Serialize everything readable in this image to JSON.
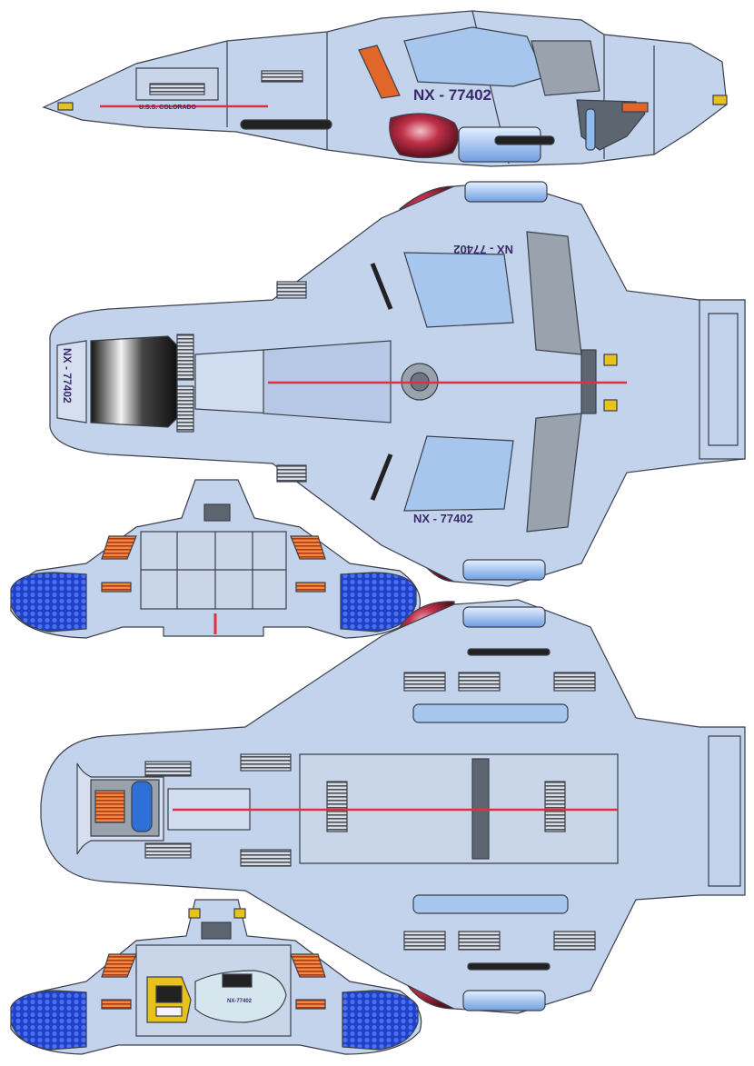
{
  "ship": {
    "registry": "NX - 77402",
    "registry_small": "NX-77402",
    "name": "U.S.S. COLORADO"
  },
  "colors": {
    "hull": "#c3d3ec",
    "hull_line": "#3b3f4a",
    "panel_grey": "#9aa3ad",
    "dark_grey": "#5d6670",
    "window_blue": "#a6c6ee",
    "glow_blue": "#5f8fd8",
    "nacelle_red": "#b0263a",
    "stripe_red": "#e03040",
    "thruster_orange": "#e0662a",
    "accent_yellow": "#e8c21a",
    "impulse_blue": "#2f4fd0"
  },
  "views": [
    "side-view",
    "top-view",
    "front-view",
    "bottom-view",
    "rear-view"
  ]
}
